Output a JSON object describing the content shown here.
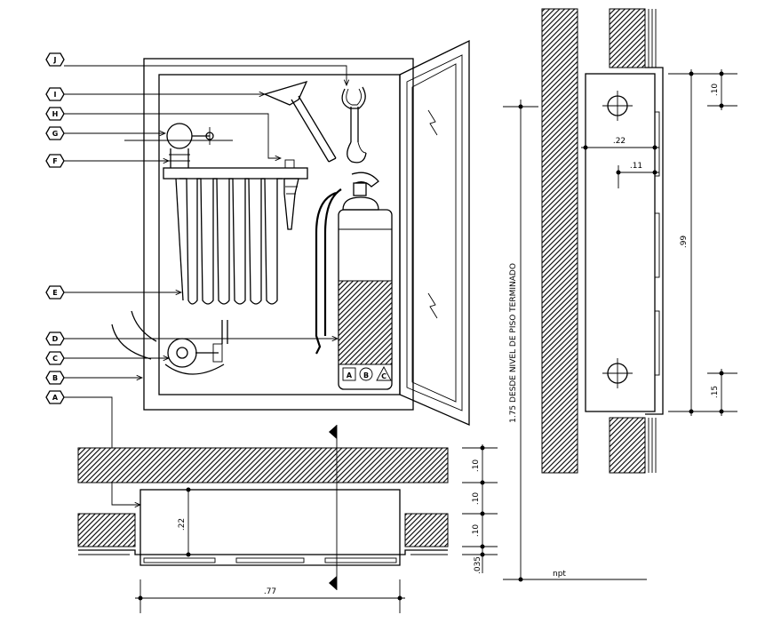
{
  "callouts": [
    "J",
    "I",
    "H",
    "G",
    "F",
    "E",
    "D",
    "C",
    "B",
    "A"
  ],
  "extinguisher_classes": [
    "A",
    "B",
    "C"
  ],
  "dimensions": {
    "depth_22_front": ".22",
    "depth_11": ".11",
    "height_99": ".99",
    "offset_10_top": ".10",
    "offset_15_bottom": ".15",
    "mount_height_label": "1.75 DESDE NIVEL DE PISO TERMINADO",
    "floor_label": "npt",
    "plan_22": ".22",
    "plan_77": ".77",
    "plan_10_a": ".10",
    "plan_10_b": ".10",
    "plan_10_c": ".10",
    "plan_035": ".035"
  },
  "colors": {
    "line": "#000000",
    "background": "#ffffff",
    "hatch": "#000000"
  }
}
